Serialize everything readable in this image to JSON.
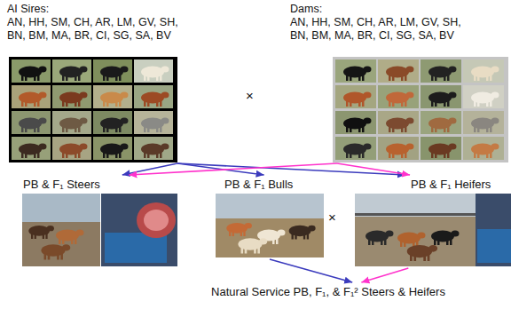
{
  "diagram": {
    "nodes": [
      {
        "text": [
          "AI Sires:",
          "AN, HH, SM, CH, AR, LM, GV, SH, BN, BM, MA, BR, CI, SG, SA, BV"
        ]
      },
      {
        "text": [
          "Dams:",
          "AN, HH, SM, CH, AR, LM, GV, SH, BN, BM, MA, BR, CI, SG, SA, BV"
        ]
      },
      {
        "text": [
          "PB & F₁ Steers"
        ]
      },
      {
        "text": [
          "PB & F₁ Bulls"
        ]
      },
      {
        "text": [
          "PB & F₁ Heifers"
        ]
      },
      {
        "text": [
          "Natural Service PB, F₁, & F₁² Steers & Heifers"
        ]
      }
    ],
    "edges": [
      {
        "from": 0,
        "to": 2,
        "arrow": "to"
      },
      {
        "from": 0,
        "to": 3,
        "arrow": "to"
      },
      {
        "from": 0,
        "to": 4,
        "arrow": "to"
      },
      {
        "from": 1,
        "to": 2,
        "arrow": "to"
      },
      {
        "from": 1,
        "to": 4,
        "arrow": "to"
      },
      {
        "from": 3,
        "to": 5,
        "arrow": "to"
      },
      {
        "from": 4,
        "to": 5,
        "arrow": "to"
      }
    ],
    "labels": [
      "×",
      "×"
    ]
  }
}
